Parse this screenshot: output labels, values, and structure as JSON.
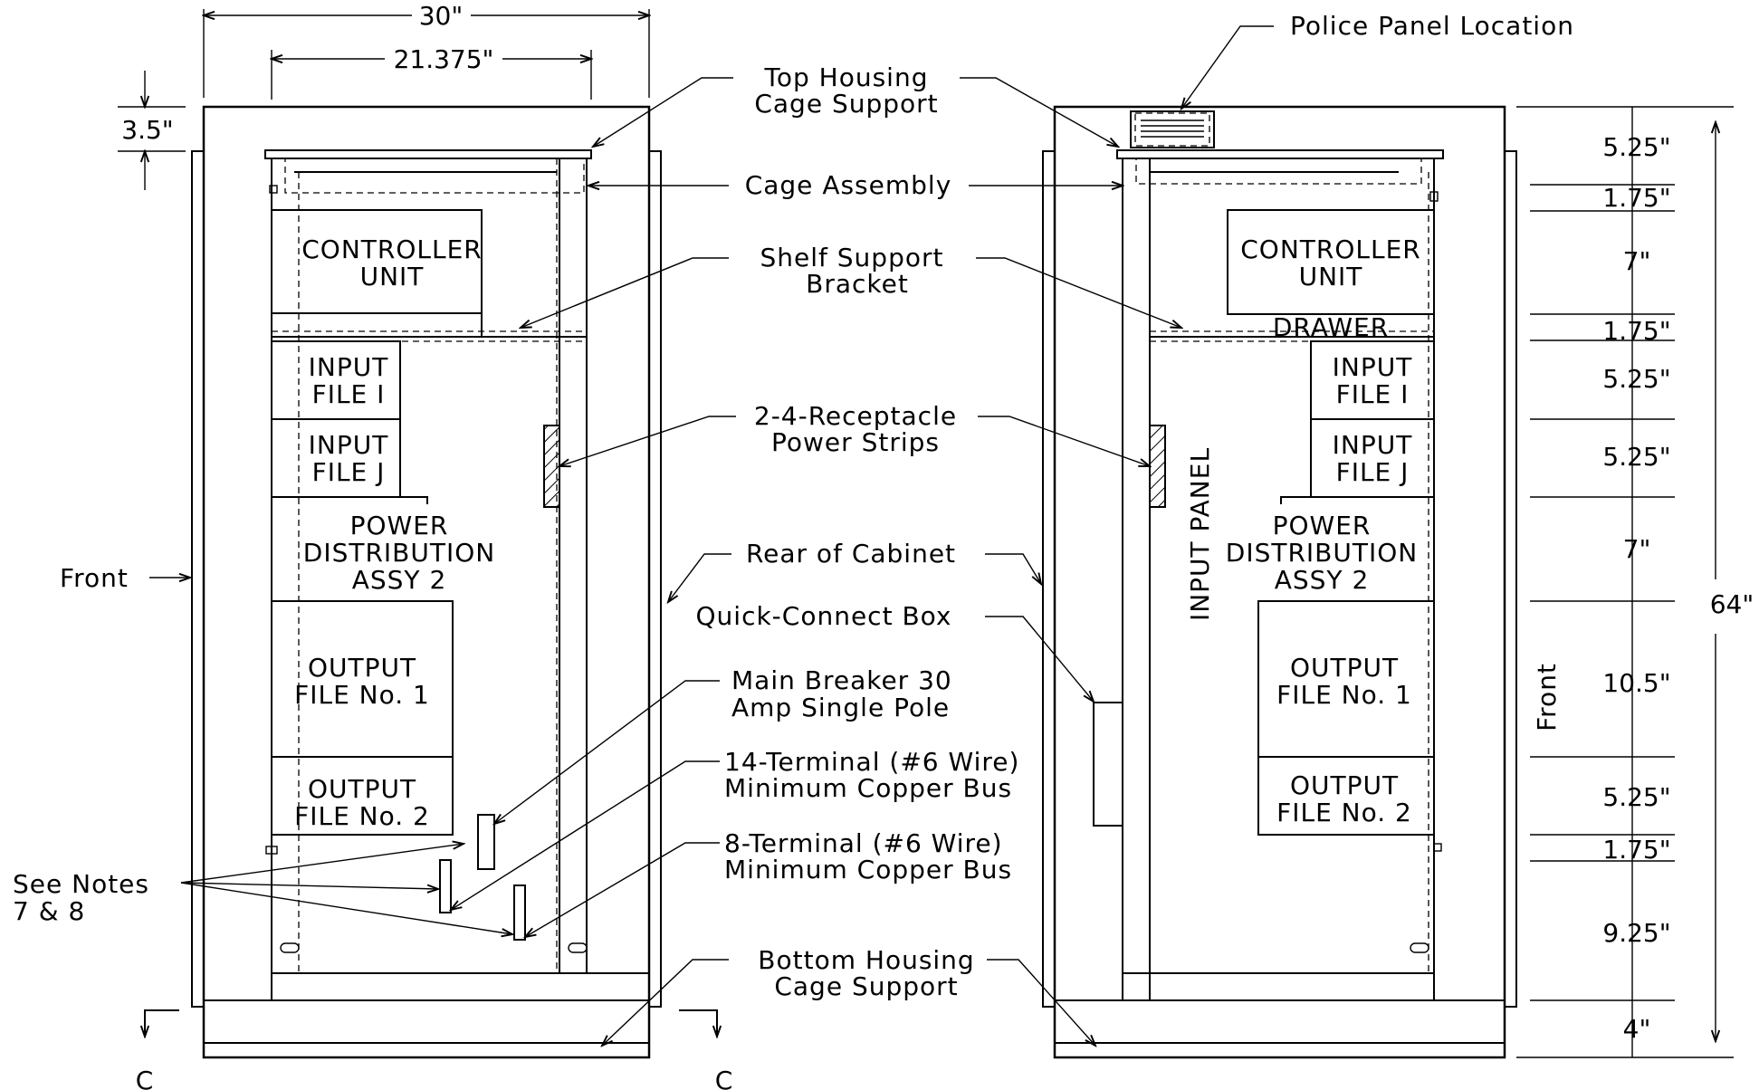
{
  "left_view": {
    "dims": {
      "overall_width": "30\"",
      "inner_width": "21.375\"",
      "top_offset": "3.5\""
    },
    "boxes": {
      "controller_line1": "CONTROLLER",
      "controller_line2": "UNIT",
      "input_i_line1": "INPUT",
      "input_i_line2": "FILE I",
      "input_j_line1": "INPUT",
      "input_j_line2": "FILE J",
      "pda_line1": "POWER",
      "pda_line2": "DISTRIBUTION",
      "pda_line3": "ASSY 2",
      "out1_line1": "OUTPUT",
      "out1_line2": "FILE No. 1",
      "out2_line1": "OUTPUT",
      "out2_line2": "FILE No. 2"
    },
    "front_label": "Front",
    "see_notes_line1": "See Notes",
    "see_notes_line2": "7 & 8",
    "section_mark": "C"
  },
  "callouts": {
    "top_housing_line1": "Top Housing",
    "top_housing_line2": "Cage Support",
    "cage_assembly": "Cage Assembly",
    "shelf_support_line1": "Shelf Support",
    "shelf_support_line2": "Bracket",
    "power_strips_line1": "2-4-Receptacle",
    "power_strips_line2": "Power Strips",
    "rear_of_cabinet": "Rear of Cabinet",
    "quick_connect": "Quick-Connect Box",
    "main_breaker_line1": "Main Breaker 30",
    "main_breaker_line2": "Amp Single Pole",
    "bus14_line1": "14-Terminal (#6 Wire)",
    "bus14_line2": "Minimum Copper Bus",
    "bus8_line1": "8-Terminal (#6 Wire)",
    "bus8_line2": "Minimum Copper Bus",
    "bottom_housing_line1": "Bottom Housing",
    "bottom_housing_line2": "Cage Support",
    "police_panel": "Police Panel Location"
  },
  "right_view": {
    "boxes": {
      "controller_line1": "CONTROLLER",
      "controller_line2": "UNIT",
      "drawer": "DRAWER",
      "input_i_line1": "INPUT",
      "input_i_line2": "FILE I",
      "input_j_line1": "INPUT",
      "input_j_line2": "FILE J",
      "pda_line1": "POWER",
      "pda_line2": "DISTRIBUTION",
      "pda_line3": "ASSY 2",
      "out1_line1": "OUTPUT",
      "out1_line2": "FILE No. 1",
      "out2_line1": "OUTPUT",
      "out2_line2": "FILE No. 2",
      "input_panel": "INPUT PANEL"
    },
    "front_label": "Front",
    "heights": [
      "5.25\"",
      "1.75\"",
      "7\"",
      "1.75\"",
      "5.25\"",
      "5.25\"",
      "7\"",
      "10.5\"",
      "5.25\"",
      "1.75\"",
      "9.25\"",
      "4\""
    ],
    "overall_height": "64\""
  }
}
